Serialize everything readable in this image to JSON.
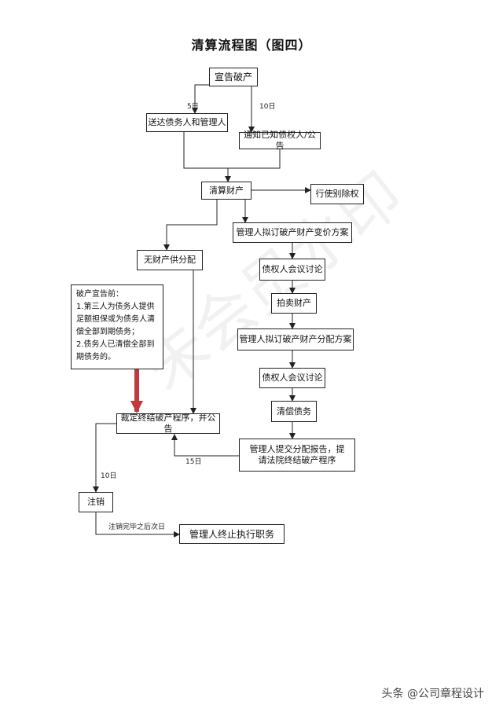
{
  "title": "清算流程图（图四）",
  "nodes": {
    "announce": "宣告破产",
    "deliver": "送达债务人和管理人",
    "notify": "通知已知债权人/公告",
    "liquidate": "清算财产",
    "offset": "行使别除权",
    "no_property": "无财产供分配",
    "plan_change": "管理人拟订破产财产变价方案",
    "meeting1": "债权人会议讨论",
    "auction": "拍卖财产",
    "plan_distribute": "管理人拟订破产财产分配方案",
    "meeting2": "债权人会议讨论",
    "repay": "清偿债务",
    "report": "管理人提交分配报告，提请法院终结破产程序",
    "terminate_ruling": "裁定终结破产程序，并公告",
    "cancel": "注销",
    "end_duty": "管理人终止执行职务"
  },
  "note": {
    "heading": "破产宣告前：",
    "item1": "1.第三人为债务人提供足额担保或为债务人清偿全部到期债务；",
    "item2": "2.债务人已清偿全部到期债务的。"
  },
  "edge_labels": {
    "five_days": "5日",
    "ten_days_a": "10日",
    "fifteen_days": "15日",
    "ten_days_b": "10日",
    "after_cancel": "注销完毕之后次日"
  },
  "watermark": "未会员水印",
  "footer": "头条 @公司章程设计",
  "colors": {
    "arrow_red": "#c0393b",
    "line": "#222222"
  }
}
